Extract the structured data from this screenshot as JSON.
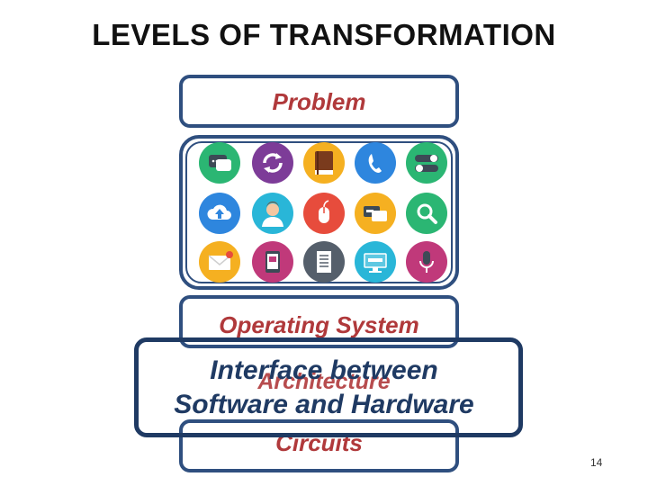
{
  "slide": {
    "title": "LEVELS OF TRANSFORMATION",
    "page_number": "14"
  },
  "levels": {
    "problem": "Problem",
    "operating_system": "Operating System",
    "architecture": "Architecture",
    "interface": "Interface between Software and Hardware",
    "interface_line1": "Interface between",
    "interface_line2": "Software and Hardware",
    "circuits": "Circuits"
  },
  "colors": {
    "box_border": "#2f4f7f",
    "label_red": "#b0393b",
    "interface_blue": "#1f3a63"
  },
  "app_icons": [
    {
      "name": "chat-bubble-icon",
      "bg": "#2bb673"
    },
    {
      "name": "sync-icon",
      "bg": "#7d3c98"
    },
    {
      "name": "book-icon",
      "bg": "#f5b021"
    },
    {
      "name": "phone-icon",
      "bg": "#2e86de"
    },
    {
      "name": "toggle-switch-icon",
      "bg": "#2bb673"
    },
    {
      "name": "cloud-upload-icon",
      "bg": "#2e86de"
    },
    {
      "name": "user-avatar-icon",
      "bg": "#29b6d8"
    },
    {
      "name": "mouse-icon",
      "bg": "#e74c3c"
    },
    {
      "name": "message-icon",
      "bg": "#f5b021"
    },
    {
      "name": "magnifier-icon",
      "bg": "#2bb673"
    },
    {
      "name": "mail-icon",
      "bg": "#f5b021"
    },
    {
      "name": "tablet-icon",
      "bg": "#c0397a"
    },
    {
      "name": "document-icon",
      "bg": "#555f6b"
    },
    {
      "name": "http-monitor-icon",
      "bg": "#29b6d8"
    },
    {
      "name": "microphone-icon",
      "bg": "#c0397a"
    }
  ]
}
